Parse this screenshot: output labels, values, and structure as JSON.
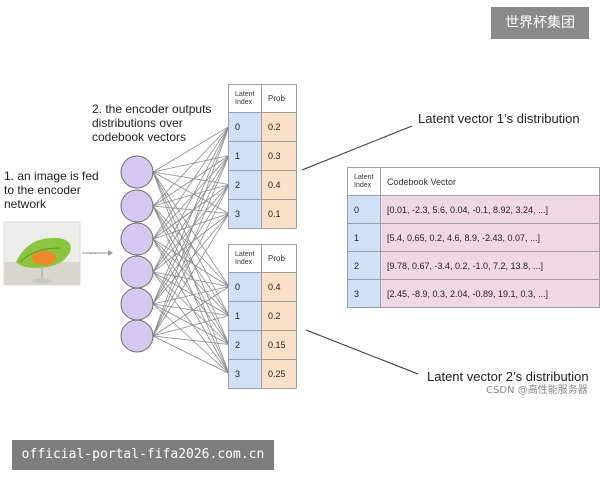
{
  "watermark_top": "世界杯集团",
  "watermark_bottom": "official-portal-fifa2026.com.cn",
  "csdn_watermark": "CSDN @高性能服务器",
  "step1": [
    "1. an image is fed",
    "to the encoder",
    "network"
  ],
  "step2": [
    "2. the encoder outputs",
    "distributions over",
    "codebook vectors"
  ],
  "ellipsis": "...",
  "dist1_label": "Latent vector 1’s distribution",
  "dist2_label": "Latent vector 2’s distribution",
  "table1": {
    "headers": [
      "Latent Index",
      "Prob"
    ],
    "rows": [
      [
        "0",
        "0.2"
      ],
      [
        "1",
        "0.3"
      ],
      [
        "2",
        "0.4"
      ],
      [
        "3",
        "0.1"
      ]
    ]
  },
  "table2": {
    "headers": [
      "Latent Index",
      "Prob"
    ],
    "rows": [
      [
        "0",
        "0.4"
      ],
      [
        "1",
        "0.2"
      ],
      [
        "2",
        "0.15"
      ],
      [
        "3",
        "0.25"
      ]
    ]
  },
  "codebook": {
    "headers": [
      "Latent Index",
      "Codebook Vector"
    ],
    "rows": [
      [
        "0",
        "[0.01, -2.3, 5.6, 0.04, -0.1, 8.92, 3.24, ...]"
      ],
      [
        "1",
        "[5.4, 0.65, 0.2, 4.6, 8.9, -2.43, 0.07, ...]"
      ],
      [
        "2",
        "[9.78, 0.67, -3.4, 0.2, -1.0, 7.2, 13.8, ...]"
      ],
      [
        "3",
        "[2.45, -8.9, 0.3, 2.04, -0.89, 19.1, 0.3, ...]"
      ]
    ]
  }
}
